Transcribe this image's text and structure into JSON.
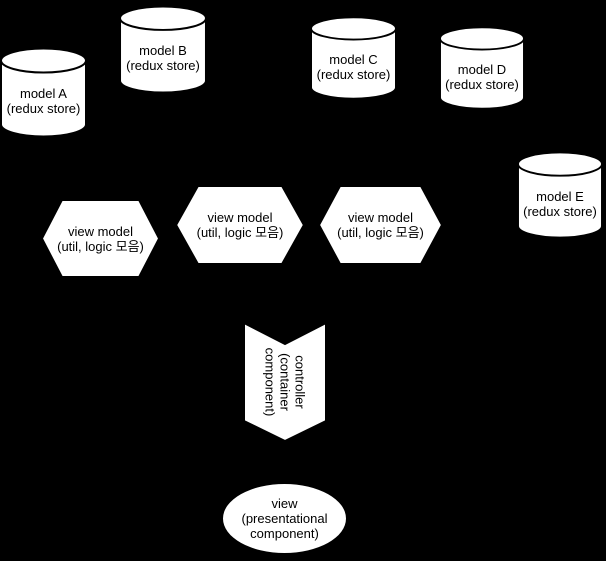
{
  "diagram": {
    "background_color": "#000000",
    "shape_fill_color": "#ffffff",
    "shape_stroke_color": "#000000",
    "text_color": "#000000",
    "cylinders": [
      {
        "id": "model-a",
        "lines": [
          "model A",
          "(redux store)"
        ]
      },
      {
        "id": "model-b",
        "lines": [
          "model B",
          "(redux store)"
        ]
      },
      {
        "id": "model-c",
        "lines": [
          "model C",
          "(redux store)"
        ]
      },
      {
        "id": "model-d",
        "lines": [
          "model D",
          "(redux store)"
        ]
      },
      {
        "id": "model-e",
        "lines": [
          "model E",
          "(redux store)"
        ]
      }
    ],
    "hexagons": [
      {
        "id": "view-model-1",
        "lines": [
          "view model",
          "(util, logic 모음)"
        ]
      },
      {
        "id": "view-model-2",
        "lines": [
          "view model",
          "(util, logic 모음)"
        ]
      },
      {
        "id": "view-model-3",
        "lines": [
          "view model",
          "(util, logic 모음)"
        ]
      }
    ],
    "arrow": {
      "id": "controller",
      "lines": [
        "controller",
        "(container",
        "component)"
      ]
    },
    "ellipse": {
      "id": "view",
      "lines": [
        "view",
        "(presentational",
        "component)"
      ]
    }
  }
}
